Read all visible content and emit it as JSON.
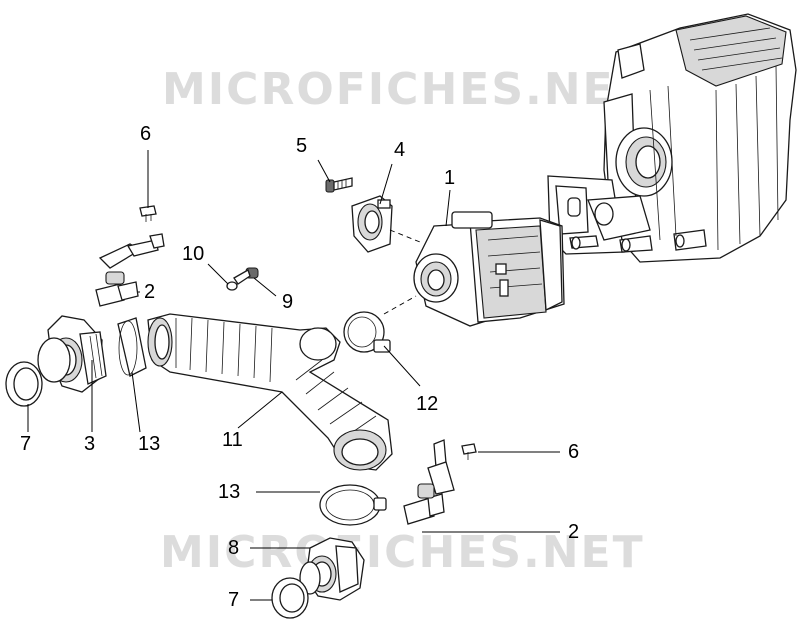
{
  "watermark": {
    "text": "MICROFICHES.NET"
  },
  "callouts": {
    "c1": "1",
    "c2a": "2",
    "c2b": "2",
    "c3": "3",
    "c4": "4",
    "c5": "5",
    "c6a": "6",
    "c6b": "6",
    "c7a": "7",
    "c7b": "7",
    "c8": "8",
    "c9": "9",
    "c10": "10",
    "c11": "11",
    "c12": "12",
    "c13a": "13",
    "c13b": "13"
  }
}
